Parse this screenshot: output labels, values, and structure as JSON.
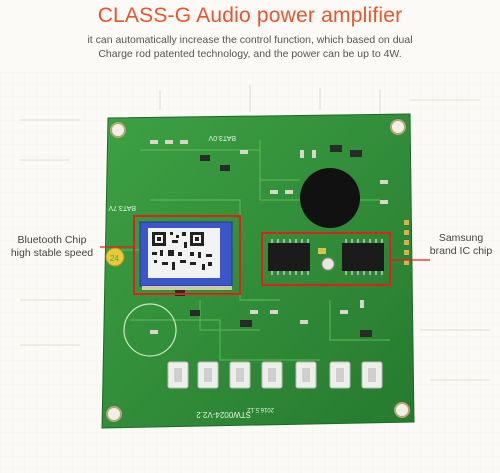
{
  "header": {
    "title": "CLASS-G Audio power amplifier",
    "description_lines": [
      "it can automatically increase the control function, which based on dual",
      "Charge rod patented technology, and the power can be up to 4W."
    ]
  },
  "callouts": {
    "left": {
      "line1": "Bluetooth Chip",
      "line2": "high stable speed"
    },
    "right": {
      "line1": "Samsung",
      "line2": "brand IC chip"
    }
  },
  "board_silkscreen": {
    "model": "STW0024-V2.2",
    "date": "2016.5.12",
    "bat_label": "BAT3.0V",
    "bat_label2": "BAT3.7V",
    "antenna_label": "24"
  },
  "colors": {
    "title": "#e4562d",
    "pcb_green": "#2f8f36",
    "highlight_red": "#e0211b",
    "module_blue": "#3a56c8"
  }
}
